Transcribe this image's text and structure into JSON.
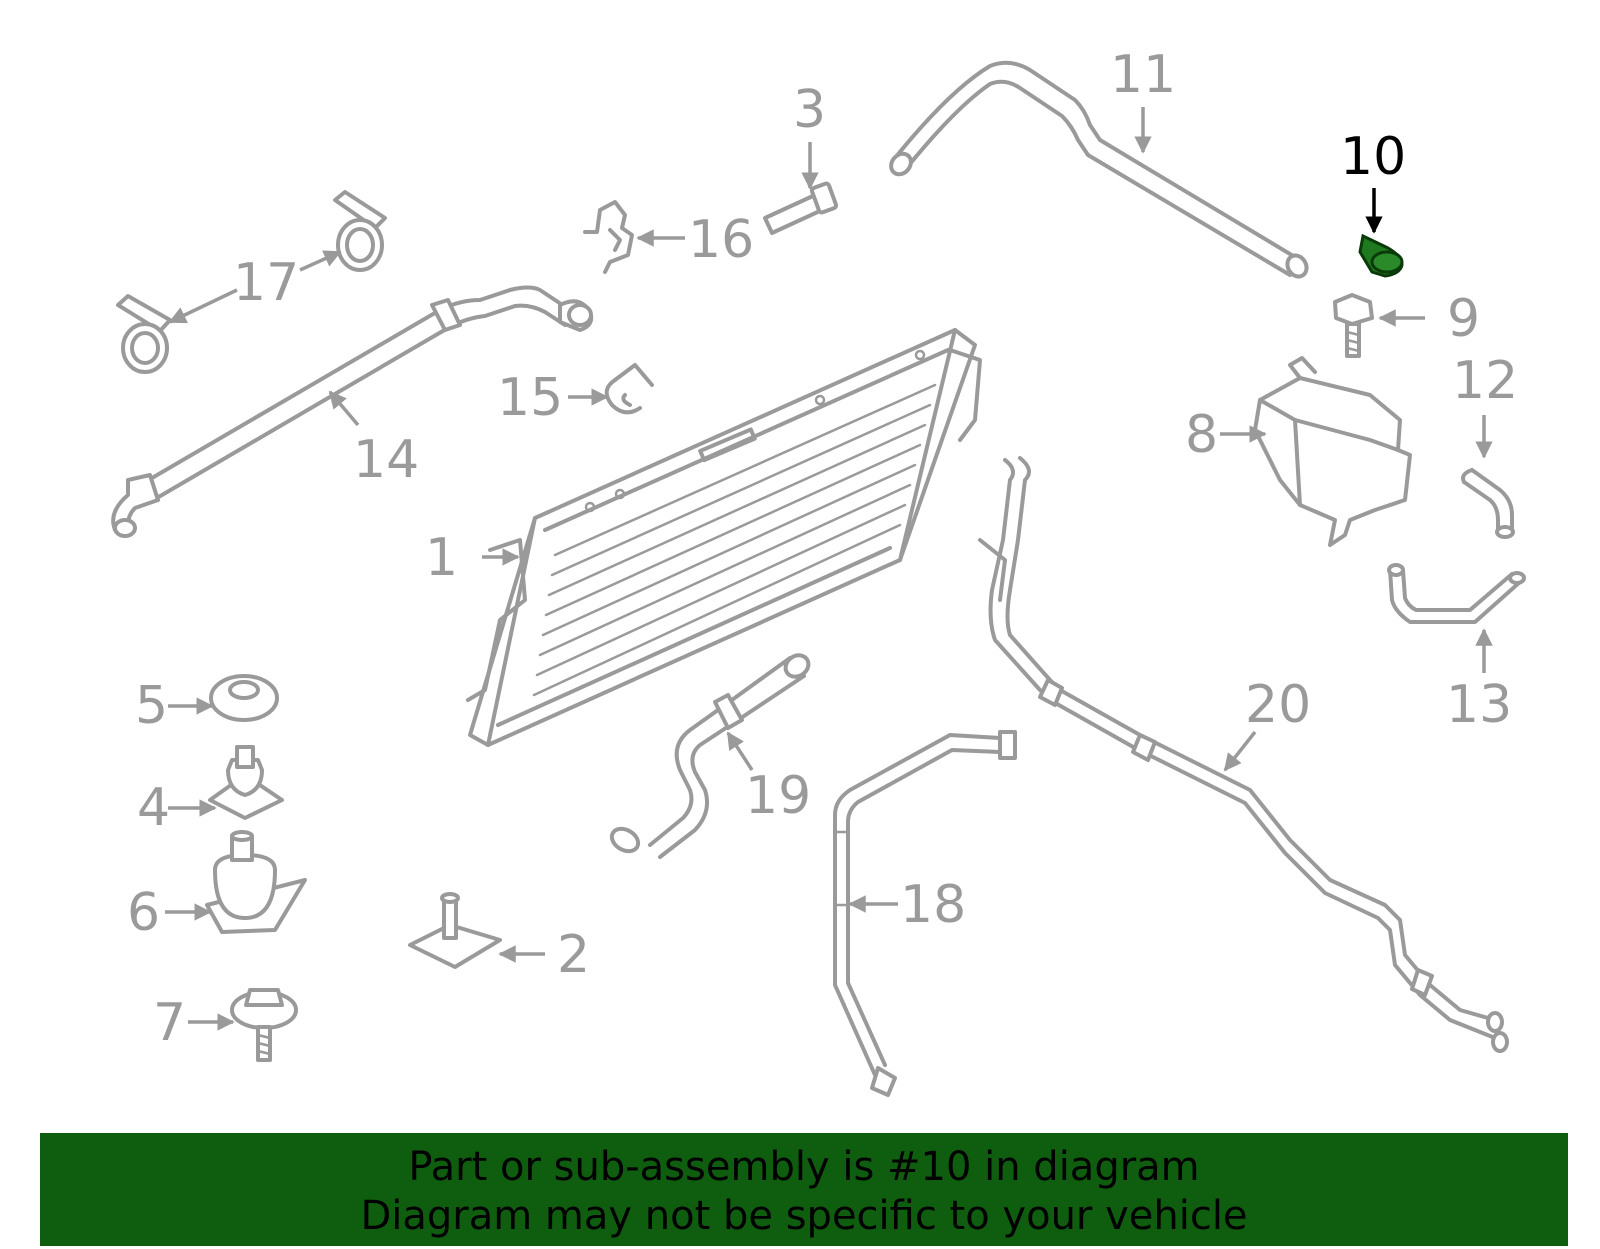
{
  "callouts": {
    "c1": "1",
    "c2": "2",
    "c3": "3",
    "c4": "4",
    "c5": "5",
    "c6": "6",
    "c7": "7",
    "c8": "8",
    "c9": "9",
    "c10": "10",
    "c11": "11",
    "c12": "12",
    "c13": "13",
    "c14": "14",
    "c15": "15",
    "c16": "16",
    "c17": "17",
    "c18": "18",
    "c19": "19",
    "c20": "20"
  },
  "highlight": {
    "part": "10",
    "color": "#1f7a1f",
    "banner_color": "#0f5e0f"
  },
  "banner": {
    "line1": "Part or sub-assembly is #10 in diagram",
    "line2": "Diagram may not be specific to your vehicle"
  }
}
